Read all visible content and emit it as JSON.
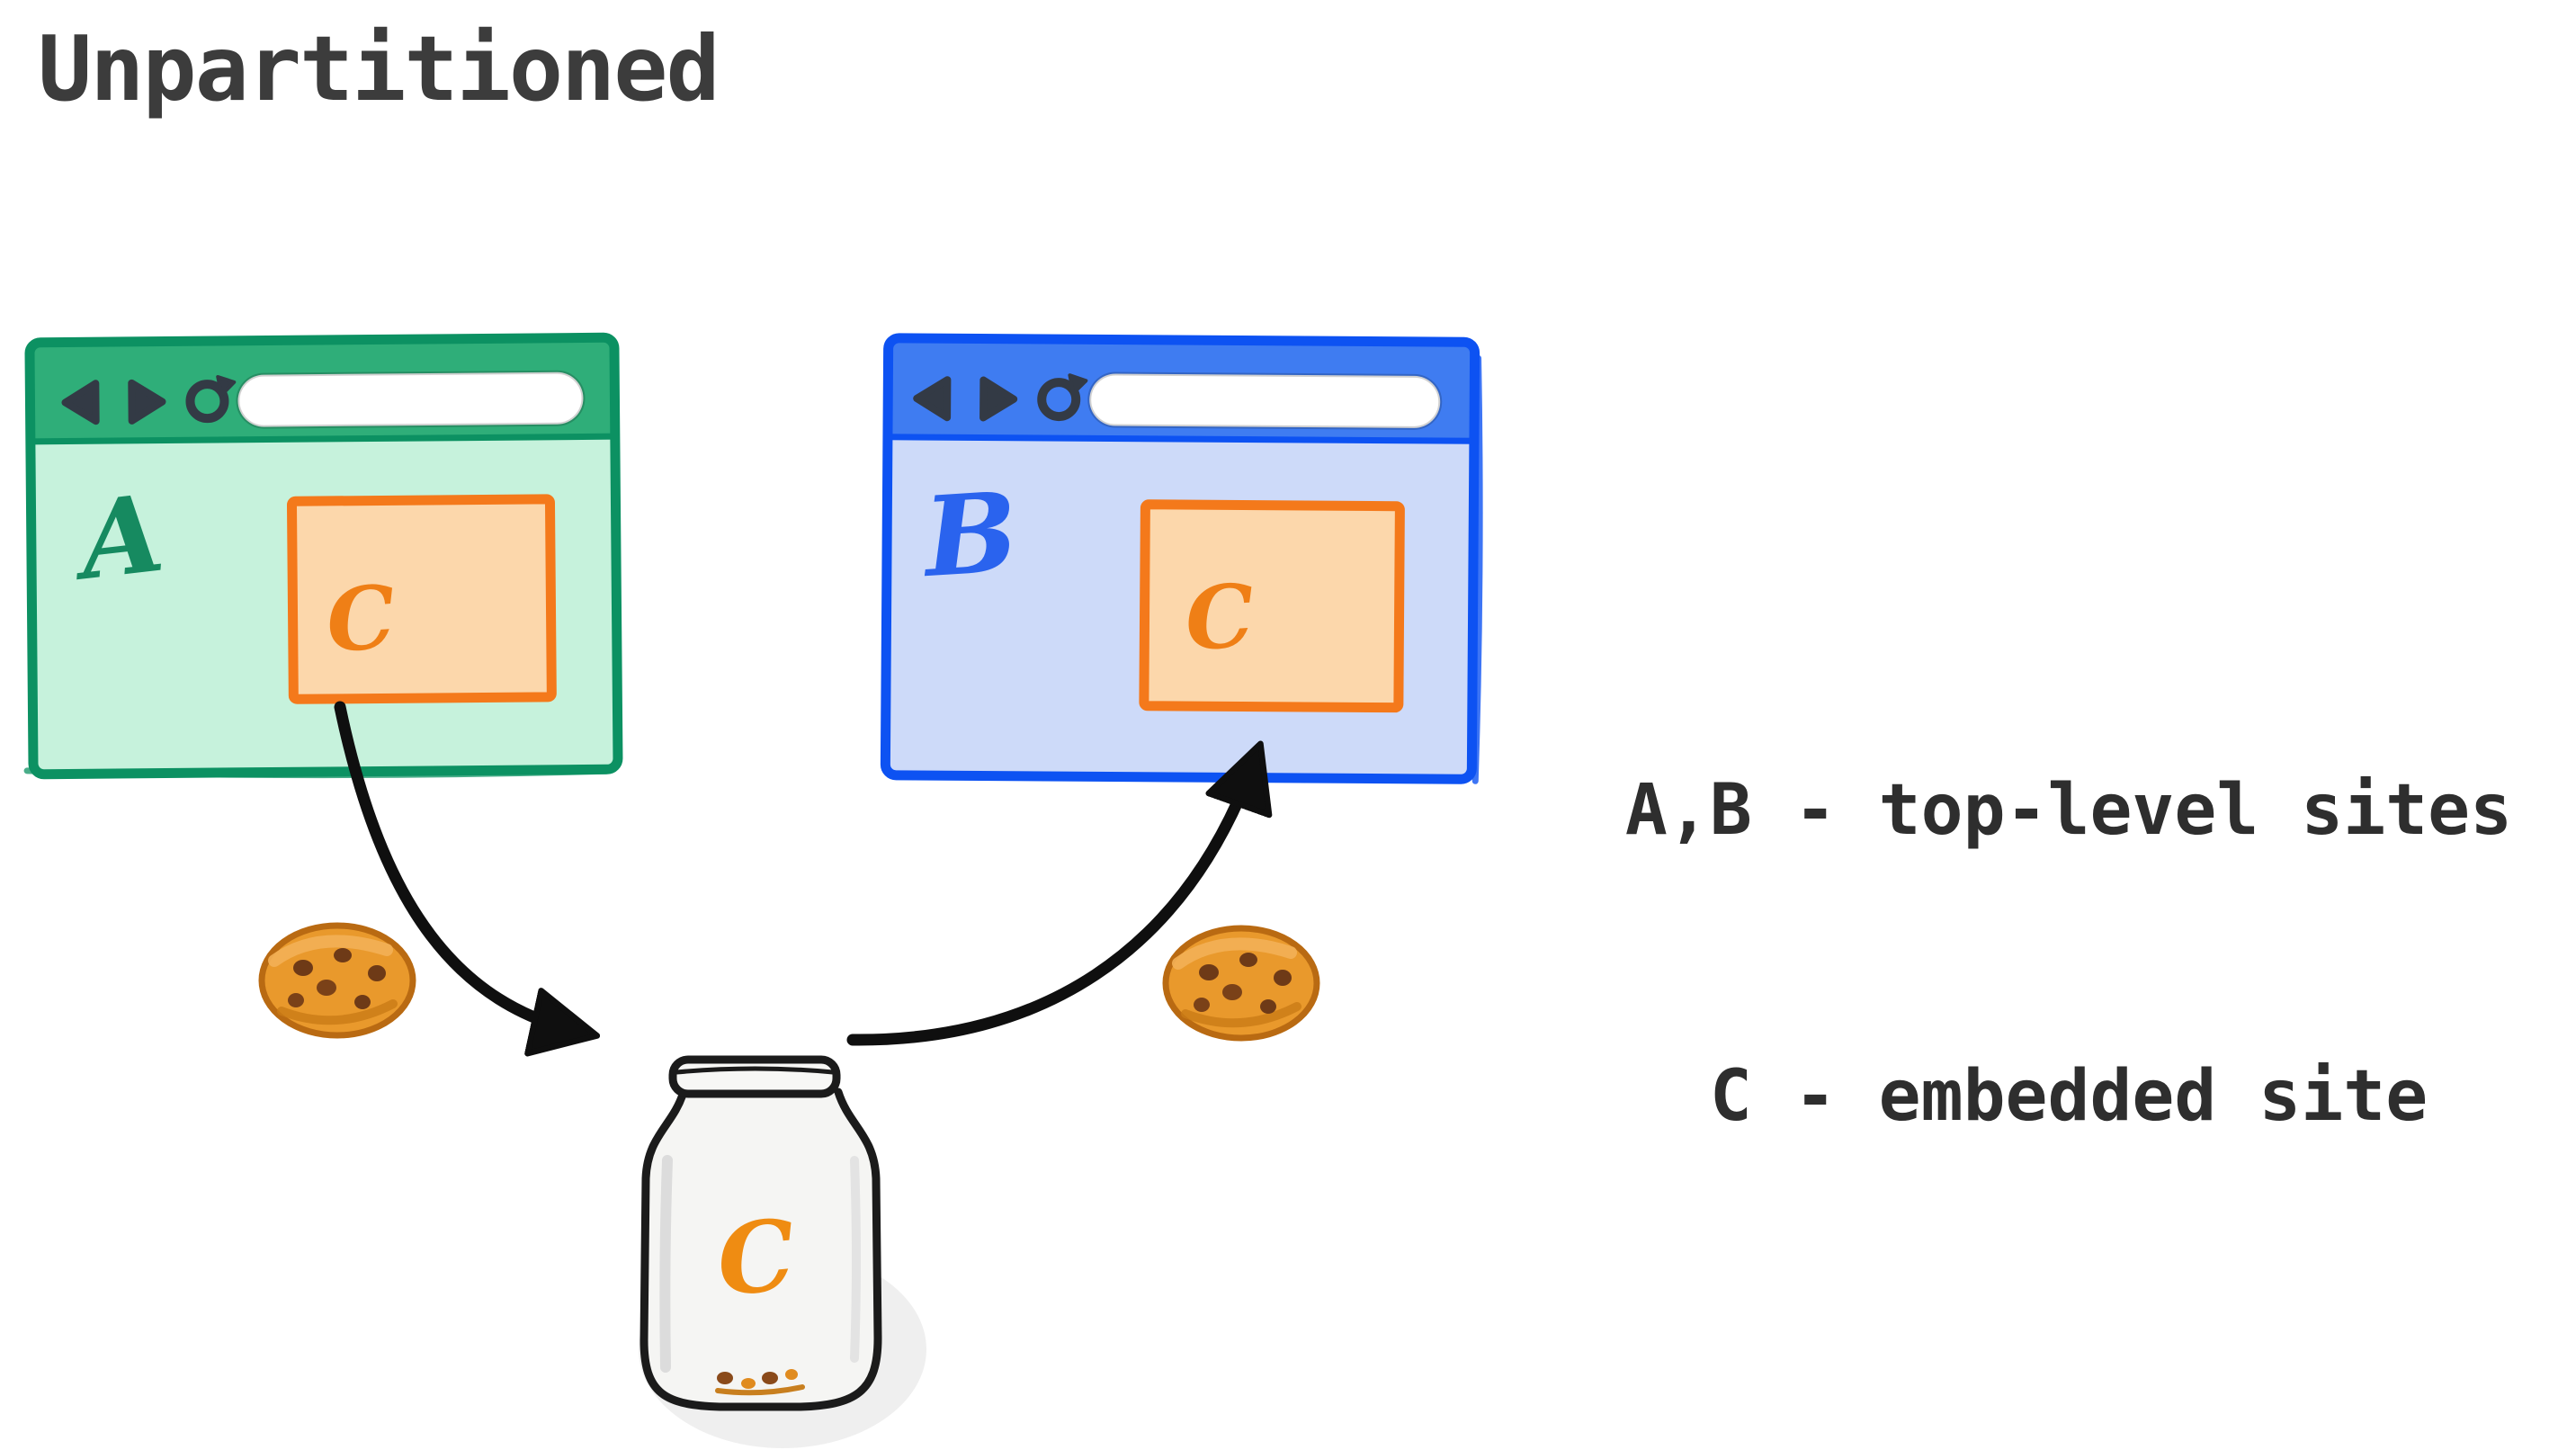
{
  "title": "Unpartitioned",
  "window_a": {
    "label": "A",
    "frame_label": "C"
  },
  "window_b": {
    "label": "B",
    "frame_label": "C"
  },
  "jar": {
    "label": "C"
  },
  "legend": {
    "line1": "A,B - top-level sites",
    "line2": "C - embedded site"
  },
  "icons": {
    "toolbar": [
      "back-icon",
      "forward-icon",
      "reload-icon"
    ],
    "other": [
      "cookie-icon",
      "cookie-jar"
    ]
  },
  "colors": {
    "window_a_border": "#0c9162",
    "window_a_toolbar": "#2fae79",
    "window_a_body": "#c6f2dc",
    "window_a_label": "#168a60",
    "window_b_border": "#0d52f2",
    "window_b_toolbar": "#3f7cf1",
    "window_b_body": "#cddaf9",
    "window_b_label": "#2a63ee",
    "frame_border": "#f4791b",
    "frame_fill": "#fcd7ab",
    "frame_label": "#ef7f16",
    "arrow": "#0f0f0f",
    "cookie_body": "#e9992c",
    "cookie_chip": "#6e3a17",
    "jar_ink": "#1b1b1b",
    "text": "#3c3c3c"
  }
}
